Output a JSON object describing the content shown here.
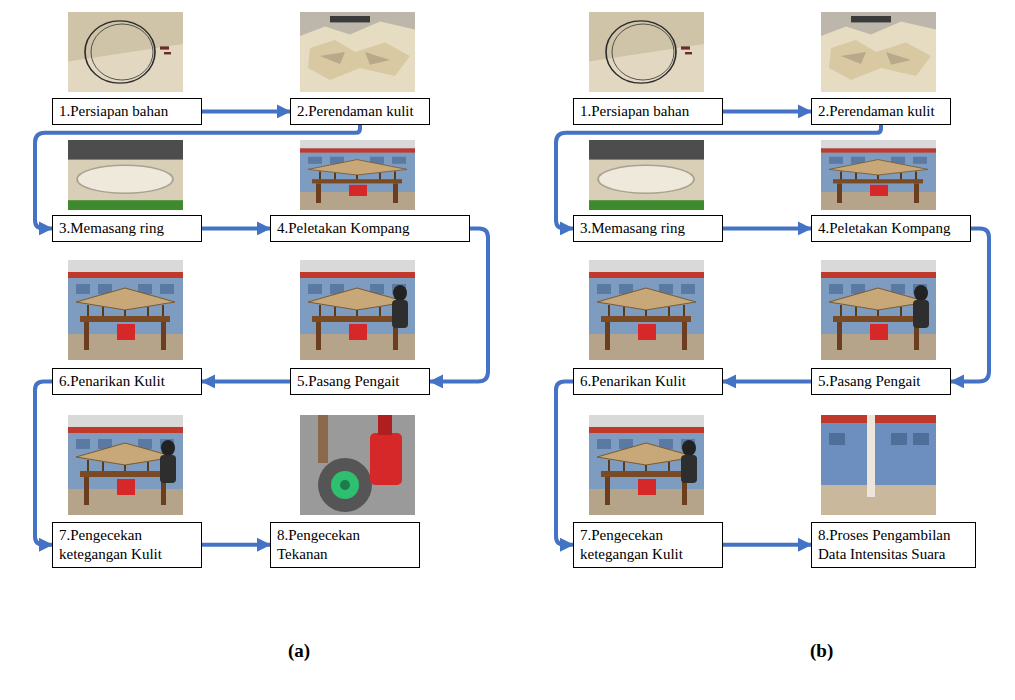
{
  "diagram": {
    "nodes": [
      {
        "text": [
          "1.Persiapan bahan"
        ]
      },
      {
        "text": [
          "2.Perendaman kulit"
        ]
      },
      {
        "text": [
          "3.Memasang ring"
        ]
      },
      {
        "text": [
          "4.Peletakan Kompang"
        ]
      },
      {
        "text": [
          "5.Pasang Pengait"
        ]
      },
      {
        "text": [
          "6.Penarikan Kulit"
        ]
      },
      {
        "text": [
          "7.Pengecekan ketegangan Kulit"
        ]
      },
      {
        "text": [
          "8.Pengecekan Tekanan"
        ]
      },
      {
        "text": [
          "1.Persiapan bahan"
        ]
      },
      {
        "text": [
          "2.Perendaman kulit"
        ]
      },
      {
        "text": [
          "3.Memasang ring"
        ]
      },
      {
        "text": [
          "4.Peletakan Kompang"
        ]
      },
      {
        "text": [
          "5.Pasang Pengait"
        ]
      },
      {
        "text": [
          "6.Penarikan Kulit"
        ]
      },
      {
        "text": [
          "7.Pengecekan ketegangan Kulit"
        ]
      },
      {
        "text": [
          "8.Proses Pengambilan Data Intensitas Suara"
        ]
      }
    ],
    "edges": [
      {
        "from": 0,
        "to": 1,
        "arrow": "to"
      },
      {
        "from": 1,
        "to": 2,
        "arrow": "to"
      },
      {
        "from": 2,
        "to": 3,
        "arrow": "to"
      },
      {
        "from": 3,
        "to": 4,
        "arrow": "to"
      },
      {
        "from": 4,
        "to": 5,
        "arrow": "to"
      },
      {
        "from": 5,
        "to": 6,
        "arrow": "to"
      },
      {
        "from": 6,
        "to": 7,
        "arrow": "to"
      },
      {
        "from": 8,
        "to": 9,
        "arrow": "to"
      },
      {
        "from": 9,
        "to": 10,
        "arrow": "to"
      },
      {
        "from": 10,
        "to": 11,
        "arrow": "to"
      },
      {
        "from": 11,
        "to": 12,
        "arrow": "to"
      },
      {
        "from": 12,
        "to": 13,
        "arrow": "to"
      },
      {
        "from": 13,
        "to": 14,
        "arrow": "to"
      },
      {
        "from": 14,
        "to": 15,
        "arrow": "to"
      }
    ],
    "labels": [
      "(a)",
      "(b)"
    ]
  }
}
